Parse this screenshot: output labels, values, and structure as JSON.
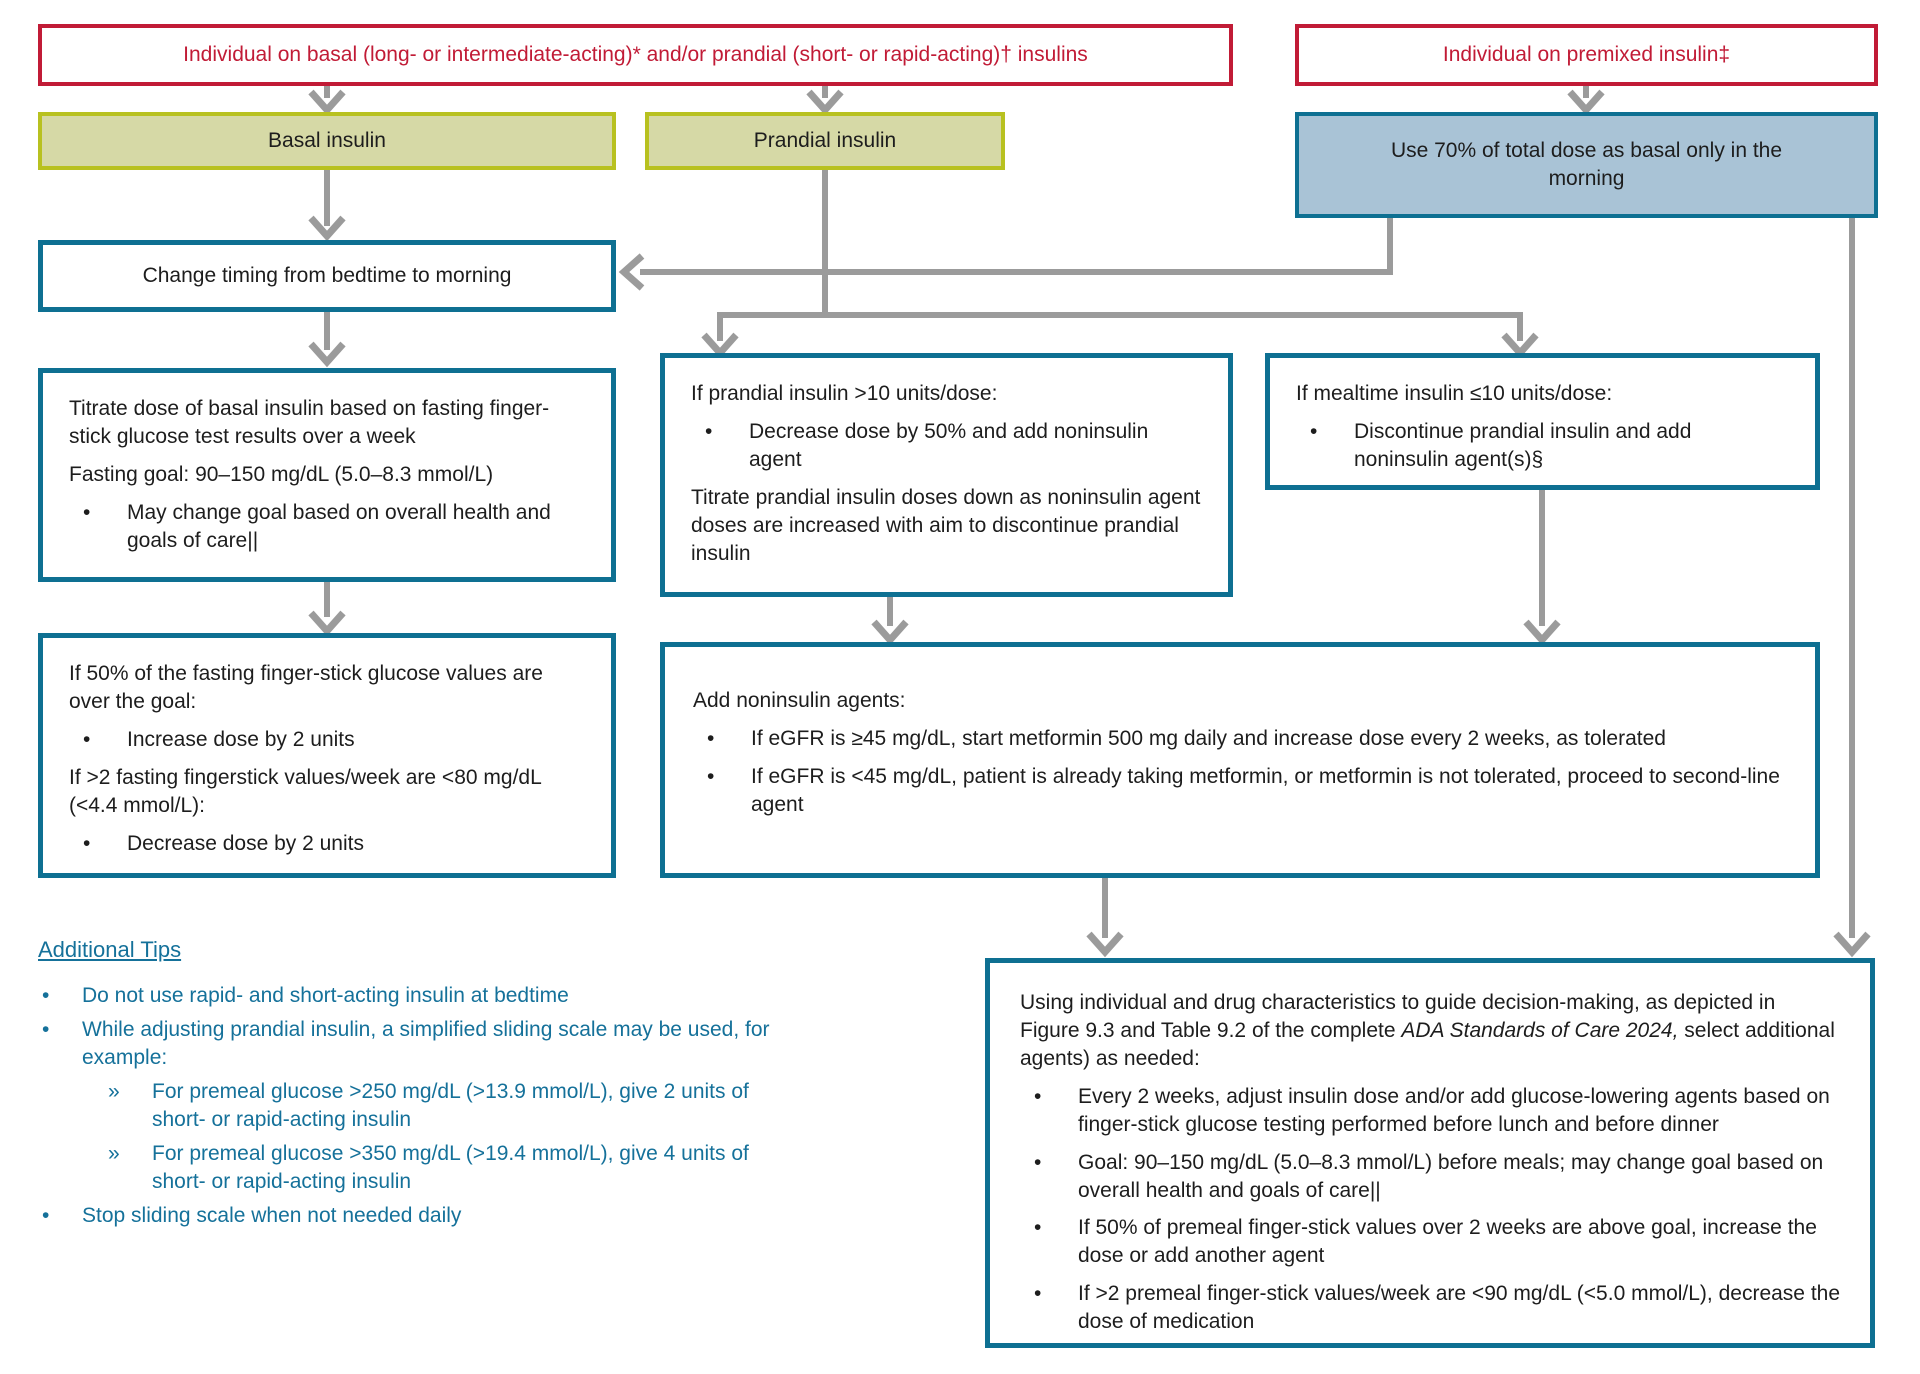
{
  "colors": {
    "red": "#c11b36",
    "olive_fill": "#d6d9a6",
    "olive_border": "#b8c120",
    "blue_fill": "#a9c3d6",
    "teal_border": "#0e7092",
    "arrow_gray": "#9b9b9b",
    "tips_teal": "#15719a",
    "text": "#1d1d1d"
  },
  "headers": {
    "basal_prandial": "Individual on basal (long- or intermediate-acting)* and/or prandial (short- or rapid-acting)† insulins",
    "premixed": "Individual on premixed insulin‡"
  },
  "branch": {
    "basal_label": "Basal insulin",
    "prandial_label": "Prandial insulin",
    "premixed_action": "Use 70% of total dose as basal only in the morning"
  },
  "change_timing": {
    "text": "Change timing from bedtime to morning"
  },
  "titrate": {
    "p1": "Titrate dose of basal insulin based on fasting finger-stick glucose test results over a week",
    "p2": "Fasting goal: 90–150 mg/dL (5.0–8.3 mmol/L)",
    "b1": "May change goal based on overall health and goals of care||"
  },
  "if_prandial": {
    "p1": "If prandial insulin >10 units/dose:",
    "b1": "Decrease dose by 50% and add noninsulin agent",
    "p2": "Titrate prandial insulin doses down as noninsulin agent doses are increased with aim to discontinue prandial insulin"
  },
  "if_mealtime": {
    "p1": "If mealtime insulin ≤10 units/dose:",
    "b1": "Discontinue prandial insulin and add noninsulin agent(s)§"
  },
  "if_50": {
    "p1": "If 50% of the fasting finger-stick glucose values are over the goal:",
    "b1": "Increase dose by 2 units",
    "p2": "If >2 fasting fingerstick values/week are <80 mg/dL (<4.4 mmol/L):",
    "b2": "Decrease dose by 2 units"
  },
  "add_noninsulin": {
    "p1": "Add noninsulin agents:",
    "b1": "If eGFR is ≥45 mg/dL, start metformin 500 mg daily and increase dose every 2 weeks, as tolerated",
    "b2": "If eGFR is <45 mg/dL, patient is already taking metformin, or metformin is not tolerated, proceed to second-line agent"
  },
  "tips": {
    "title": "Additional Tips",
    "b1": "Do not use rapid- and short-acting insulin at bedtime",
    "b2": "While adjusting prandial insulin, a simplified sliding scale may be used, for example:",
    "s1": "For premeal glucose >250 mg/dL (>13.9 mmol/L), give 2 units of short- or rapid-acting insulin",
    "s2": "For premeal glucose >350 mg/dL (>19.4 mmol/L), give 4 units of short- or rapid-acting insulin",
    "b3": "Stop sliding scale when not needed daily"
  },
  "final": {
    "intro_pre": "Using individual and drug characteristics to guide decision-making, as depicted in Figure 9.3 and Table 9.2 of the complete ",
    "intro_italic": "ADA Standards of Care 2024,",
    "intro_post": " select additional agents) as needed:",
    "b1": "Every 2 weeks, adjust insulin dose and/or add glucose-lowering agents based on finger-stick glucose testing performed before lunch and before dinner",
    "b2": "Goal: 90–150 mg/dL (5.0–8.3 mmol/L) before meals; may change goal based on overall health and goals of care||",
    "b3": "If 50% of premeal finger-stick values over 2 weeks are above goal, increase the dose or add another agent",
    "b4": "If >2 premeal finger-stick values/week are <90 mg/dL (<5.0 mmol/L), decrease the dose of medication"
  },
  "bullet_glyph": "•",
  "sub_bullet_glyph": "»"
}
